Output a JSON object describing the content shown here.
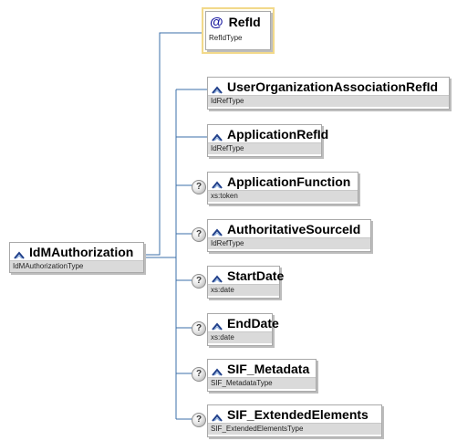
{
  "root": {
    "name": "IdMAuthorization",
    "type": "IdMAuthorizationType"
  },
  "attribute": {
    "symbol": "@",
    "name": "RefId",
    "type": "RefIdType"
  },
  "children": [
    {
      "name": "UserOrganizationAssociationRefId",
      "type": "IdRefType",
      "optional": false
    },
    {
      "name": "ApplicationRefId",
      "type": "IdRefType",
      "optional": false
    },
    {
      "name": "ApplicationFunction",
      "type": "xs:token",
      "optional": true
    },
    {
      "name": "AuthoritativeSourceId",
      "type": "IdRefType",
      "optional": true
    },
    {
      "name": "StartDate",
      "type": "xs:date",
      "optional": true
    },
    {
      "name": "EndDate",
      "type": "xs:date",
      "optional": true
    },
    {
      "name": "SIF_Metadata",
      "type": "SIF_MetadataType",
      "optional": true
    },
    {
      "name": "SIF_ExtendedElements",
      "type": "SIF_ExtendedElementsType",
      "optional": true
    }
  ],
  "optional_marker": "?",
  "colors": {
    "connector": "#3b6fa8",
    "type_bar": "#dadada",
    "attribute_highlight": "#f2d98a"
  },
  "icons": {
    "element": "element-icon",
    "attribute": "attribute-icon",
    "optional": "question-icon"
  }
}
